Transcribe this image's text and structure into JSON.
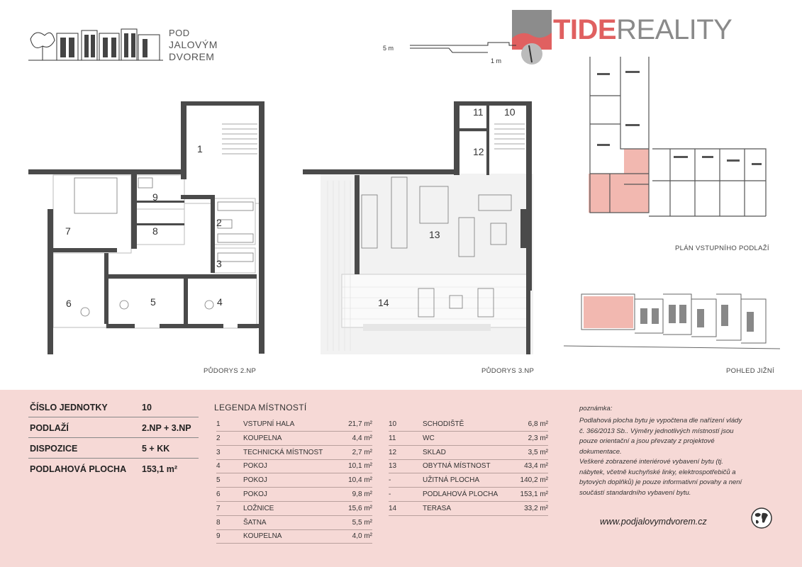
{
  "brand": {
    "part1": "TIDE",
    "part2": "REALITY",
    "accent": "#e06060"
  },
  "project": {
    "line1": "POD",
    "line2": "JALOVÝM",
    "line3": "DVOREM"
  },
  "scale": {
    "label5": "5 m",
    "label1": "1 m"
  },
  "captions": {
    "floor2": "PŮDORYS 2.NP",
    "floor3": "PŮDORYS 3.NP",
    "entrance": "PLÁN VSTUPNÍHO PODLAŽÍ",
    "south": "POHLED JIŽNÍ"
  },
  "room_numbers": {
    "r1": "1",
    "r2": "2",
    "r3": "3",
    "r4": "4",
    "r5": "5",
    "r6": "6",
    "r7": "7",
    "r8": "8",
    "r9": "9",
    "r10": "10",
    "r11": "11",
    "r12": "12",
    "r13": "13",
    "r14": "14"
  },
  "unit": {
    "number_label": "ČÍSLO JEDNOTKY",
    "number_value": "10",
    "floor_label": "PODLAŽÍ",
    "floor_value": "2.NP + 3.NP",
    "layout_label": "DISPOZICE",
    "layout_value": "5 + KK",
    "area_label": "PODLAHOVÁ PLOCHA",
    "area_value": "153,1 m²"
  },
  "legend": {
    "title": "LEGENDA MÍSTNOSTÍ",
    "left": [
      {
        "n": "1",
        "name": "VSTUPNÍ HALA",
        "area": "21,7 m²"
      },
      {
        "n": "2",
        "name": "KOUPELNA",
        "area": "4,4 m²"
      },
      {
        "n": "3",
        "name": "TECHNICKÁ MÍSTNOST",
        "area": "2,7 m²"
      },
      {
        "n": "4",
        "name": "POKOJ",
        "area": "10,1 m²"
      },
      {
        "n": "5",
        "name": "POKOJ",
        "area": "10,4 m²"
      },
      {
        "n": "6",
        "name": "POKOJ",
        "area": "9,8 m²"
      },
      {
        "n": "7",
        "name": "LOŽNICE",
        "area": "15,6 m²"
      },
      {
        "n": "8",
        "name": "ŠATNA",
        "area": "5,5 m²"
      },
      {
        "n": "9",
        "name": "KOUPELNA",
        "area": "4,0 m²"
      }
    ],
    "right": [
      {
        "n": "10",
        "name": "SCHODIŠTĚ",
        "area": "6,8 m²"
      },
      {
        "n": "11",
        "name": "WC",
        "area": "2,3 m²"
      },
      {
        "n": "12",
        "name": "SKLAD",
        "area": "3,5 m²"
      },
      {
        "n": "13",
        "name": "OBYTNÁ MÍSTNOST",
        "area": "43,4 m²"
      },
      {
        "n": "-",
        "name": "UŽITNÁ PLOCHA",
        "area": "140,2 m²"
      },
      {
        "n": "-",
        "name": "PODLAHOVÁ PLOCHA",
        "area": "153,1 m²"
      },
      {
        "n": "14",
        "name": "TERASA",
        "area": "33,2 m²"
      }
    ]
  },
  "note": {
    "title": "poznámka:",
    "p1": "Podlahová plocha bytu je vypočtena dle nařízení vlády č. 366/2013 Sb.. Výměry jednotlivých místností jsou pouze orientační a jsou převzaty z projektové dokumentace.",
    "p2": "Veškeré zobrazené interiérové vybavení bytu (tj. nábytek, včetně kuchyňské linky, elektrospotřebičů a bytových doplňků) je pouze informativní povahy a není součástí standardního vybavení bytu."
  },
  "website": "www.podjalovymdvorem.cz",
  "colors": {
    "panel": "#f6d9d6",
    "wall": "#4a4a4a",
    "highlight": "#f2b8b0"
  }
}
